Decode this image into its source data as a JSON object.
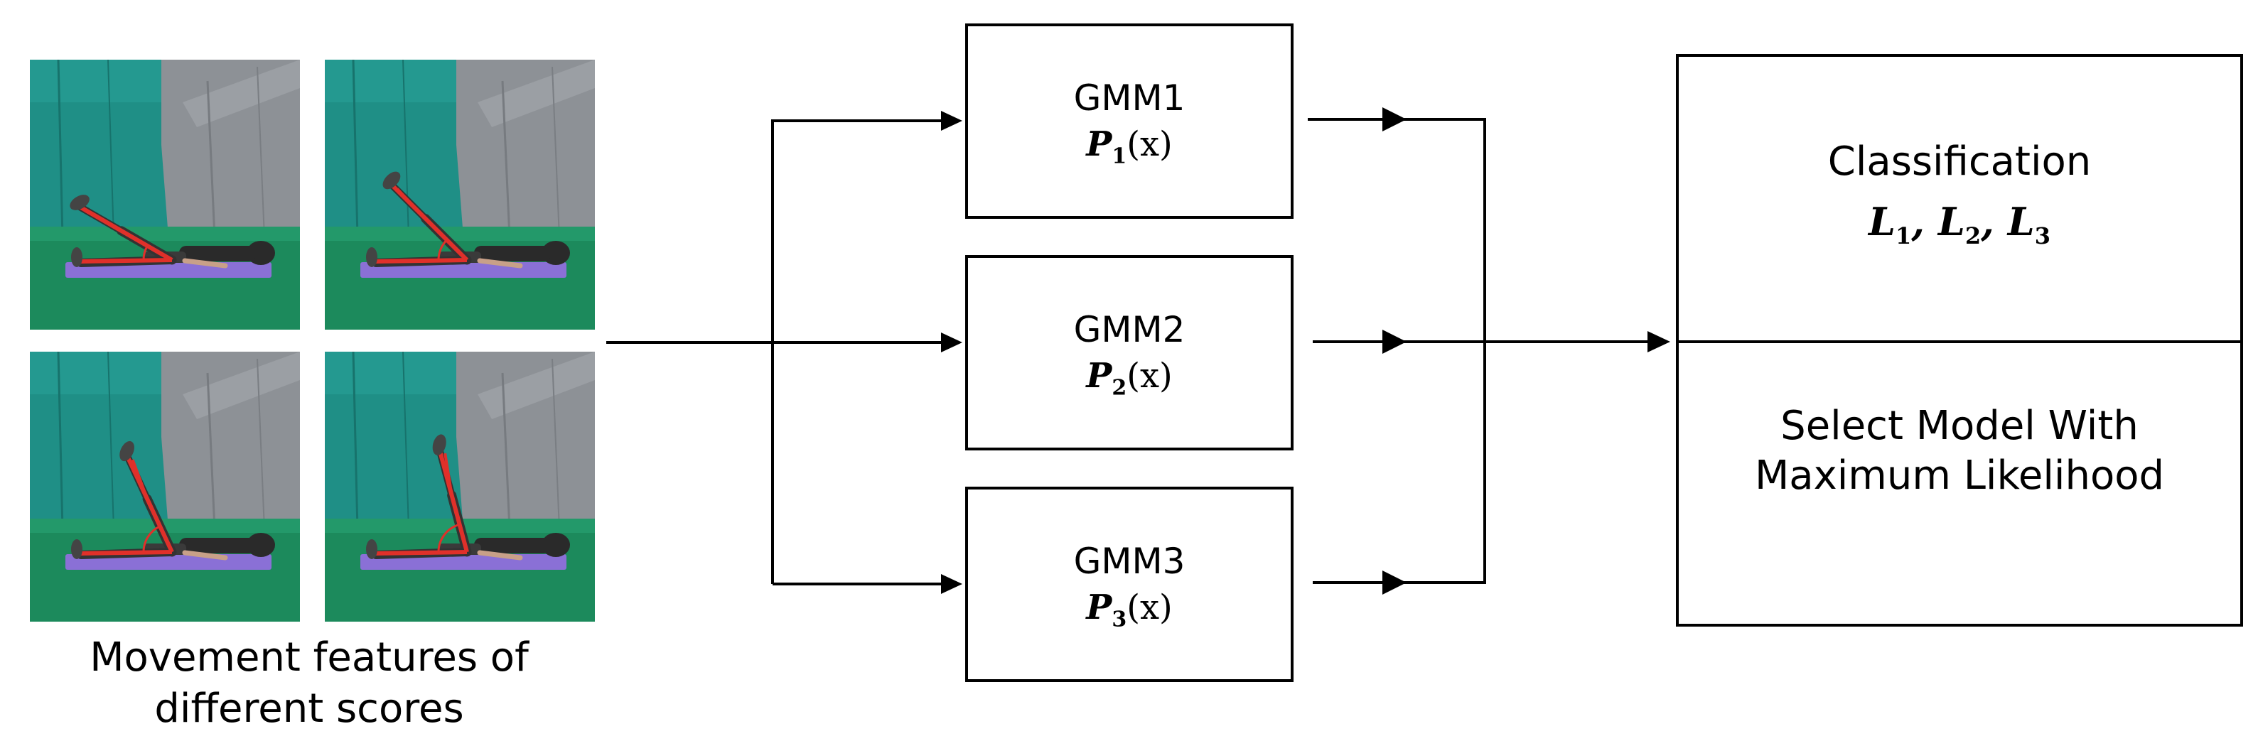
{
  "caption": [
    "Movement features of",
    "different scores"
  ],
  "models": [
    {
      "name": "GMM1",
      "prob": "P",
      "sub": "1",
      "arg": "(x)"
    },
    {
      "name": "GMM2",
      "prob": "P",
      "sub": "2",
      "arg": "(x)"
    },
    {
      "name": "GMM3",
      "prob": "P",
      "sub": "3",
      "arg": "(x)"
    }
  ],
  "result": {
    "title": "Classification",
    "formula": {
      "sym": "L",
      "subs": [
        "1",
        "2",
        "3"
      ],
      "sep": ", "
    },
    "lines": [
      "Select Model With",
      "Maximum Likelihood"
    ]
  },
  "colors": {
    "wall_teal": "#1f8f86",
    "wall_gray": "#8d9196",
    "floor_green": "#1c8a5c",
    "mat": "#8a70d6",
    "skeleton": "#e0302a",
    "person": "#2a2a2a"
  },
  "photos": [
    {
      "leg_angle_deg": 30
    },
    {
      "leg_angle_deg": 45
    },
    {
      "leg_angle_deg": 65
    },
    {
      "leg_angle_deg": 75
    }
  ]
}
